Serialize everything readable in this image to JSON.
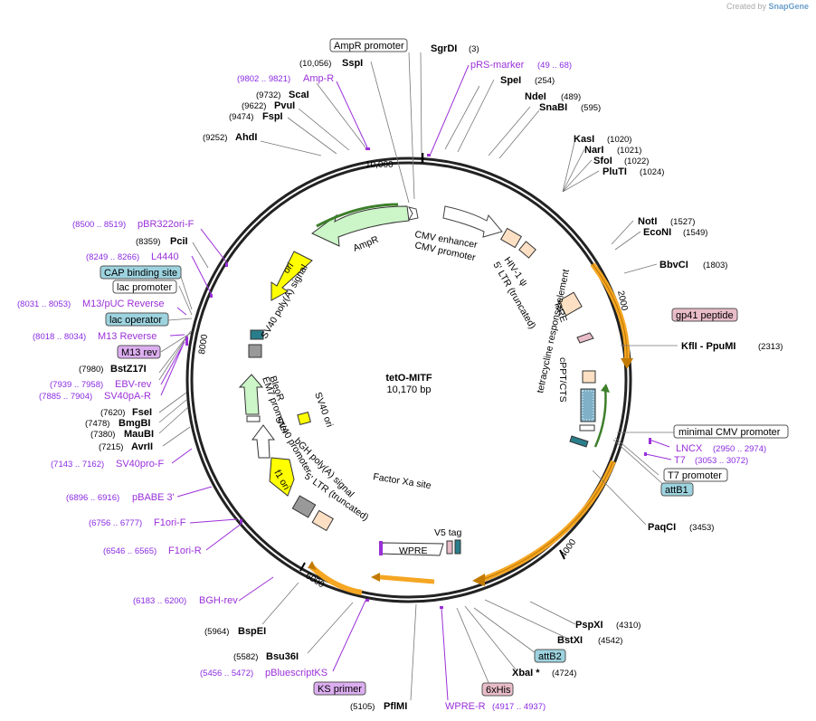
{
  "credit": {
    "prefix": "Created by",
    "brand": "SnapGene"
  },
  "plasmid": {
    "name": "tetO-MITF",
    "length": "10,170 bp"
  },
  "ticks": [
    "10,000",
    "2000",
    "4000",
    "6000",
    "8000"
  ],
  "sites": [
    {
      "pre": "",
      "name": "AmpR promoter",
      "post": "",
      "box": "white"
    },
    {
      "pre": "",
      "name": "SgrDI",
      "post": "(3)"
    },
    {
      "pre": "(10,056)",
      "name": "SspI",
      "post": ""
    },
    {
      "pre": "",
      "name": "pRS-marker",
      "post": "(49 .. 68)",
      "purple": true
    },
    {
      "pre": "(9802 .. 9821)",
      "name": "Amp-R",
      "post": "",
      "purple": true
    },
    {
      "pre": "",
      "name": "SpeI",
      "post": "(254)"
    },
    {
      "pre": "(9732)",
      "name": "ScaI",
      "post": ""
    },
    {
      "pre": "",
      "name": "NdeI",
      "post": "(489)"
    },
    {
      "pre": "(9622)",
      "name": "PvuI",
      "post": ""
    },
    {
      "pre": "",
      "name": "SnaBI",
      "post": "(595)"
    },
    {
      "pre": "(9474)",
      "name": "FspI",
      "post": ""
    },
    {
      "pre": "(9252)",
      "name": "AhdI",
      "post": ""
    },
    {
      "pre": "",
      "name": "KasI",
      "post": "(1020)"
    },
    {
      "pre": "",
      "name": "NarI",
      "post": "(1021)"
    },
    {
      "pre": "",
      "name": "SfoI",
      "post": "(1022)"
    },
    {
      "pre": "",
      "name": "PluTI",
      "post": "(1024)"
    },
    {
      "pre": "(8500 .. 8519)",
      "name": "pBR322ori-F",
      "post": "",
      "purple": true
    },
    {
      "pre": "",
      "name": "NotI",
      "post": "(1527)"
    },
    {
      "pre": "(8359)",
      "name": "PciI",
      "post": ""
    },
    {
      "pre": "",
      "name": "EcoNI",
      "post": "(1549)"
    },
    {
      "pre": "(8249 .. 8266)",
      "name": "L4440",
      "post": "",
      "purple": true
    },
    {
      "pre": "",
      "name": "BbvCI",
      "post": "(1803)"
    },
    {
      "pre": "",
      "name": "CAP binding site",
      "post": "",
      "box": "blue"
    },
    {
      "pre": "",
      "name": "lac promoter",
      "post": "",
      "box": "white"
    },
    {
      "pre": "(8031 .. 8053)",
      "name": "M13/pUC Reverse",
      "post": "",
      "purple": true
    },
    {
      "pre": "",
      "name": "gp41 peptide",
      "post": "",
      "box": "pink"
    },
    {
      "pre": "",
      "name": "lac operator",
      "post": "",
      "box": "blue"
    },
    {
      "pre": "(8018 .. 8034)",
      "name": "M13 Reverse",
      "post": "",
      "purple": true
    },
    {
      "pre": "",
      "name": "KflI - PpuMI",
      "post": "(2313)"
    },
    {
      "pre": "",
      "name": "M13 rev",
      "post": "",
      "box": "purple"
    },
    {
      "pre": "(7980)",
      "name": "BstZ17I",
      "post": ""
    },
    {
      "pre": "(7939 .. 7958)",
      "name": "EBV-rev",
      "post": "",
      "purple": true
    },
    {
      "pre": "(7885 .. 7904)",
      "name": "SV40pA-R",
      "post": "",
      "purple": true
    },
    {
      "pre": "(7620)",
      "name": "FseI",
      "post": ""
    },
    {
      "pre": "(7478)",
      "name": "BmgBI",
      "post": ""
    },
    {
      "pre": "",
      "name": "minimal CMV promoter",
      "post": "",
      "box": "white"
    },
    {
      "pre": "(7380)",
      "name": "MauBI",
      "post": ""
    },
    {
      "pre": "",
      "name": "LNCX",
      "post": "(2950 .. 2974)",
      "purple": true
    },
    {
      "pre": "(7215)",
      "name": "AvrII",
      "post": ""
    },
    {
      "pre": "",
      "name": "T7",
      "post": "(3053 .. 3072)",
      "purple": true
    },
    {
      "pre": "(7143 .. 7162)",
      "name": "SV40pro-F",
      "post": "",
      "purple": true
    },
    {
      "pre": "",
      "name": "T7 promoter",
      "post": "",
      "box": "white"
    },
    {
      "pre": "",
      "name": "attB1",
      "post": "",
      "box": "blue"
    },
    {
      "pre": "(6896 .. 6916)",
      "name": "pBABE 3'",
      "post": "",
      "purple": true
    },
    {
      "pre": "(6756 .. 6777)",
      "name": "F1ori-F",
      "post": "",
      "purple": true
    },
    {
      "pre": "",
      "name": "PaqCI",
      "post": "(3453)"
    },
    {
      "pre": "(6546 .. 6565)",
      "name": "F1ori-R",
      "post": "",
      "purple": true
    },
    {
      "pre": "(6183 .. 6200)",
      "name": "BGH-rev",
      "post": "",
      "purple": true
    },
    {
      "pre": "",
      "name": "PspXI",
      "post": "(4310)"
    },
    {
      "pre": "(5964)",
      "name": "BspEI",
      "post": ""
    },
    {
      "pre": "",
      "name": "BstXI",
      "post": "(4542)"
    },
    {
      "pre": "(5582)",
      "name": "Bsu36I",
      "post": ""
    },
    {
      "pre": "",
      "name": "attB2",
      "post": "",
      "box": "blue"
    },
    {
      "pre": "(5456 .. 5472)",
      "name": "pBluescriptKS",
      "post": "",
      "purple": true
    },
    {
      "pre": "",
      "name": "XbaI *",
      "post": "(4724)"
    },
    {
      "pre": "",
      "name": "KS primer",
      "post": "",
      "box": "purple"
    },
    {
      "pre": "",
      "name": "6xHis",
      "post": "",
      "box": "pink"
    },
    {
      "pre": "(5105)",
      "name": "PflMI",
      "post": ""
    },
    {
      "pre": "",
      "name": "WPRE-R",
      "post": "(4917 .. 4937)",
      "purple": true
    }
  ],
  "features": {
    "ampr_promoter": "",
    "ampr": "AmpR",
    "cmv_enhancer": "CMV enhancer",
    "cmv_promoter": "CMV promoter",
    "hiv1_psi": "HIV-1 ψ",
    "ltr5": "5' LTR (truncated)",
    "rre": "RRE",
    "cppt": "cPPT/CTS",
    "tre": "tetracycline response element",
    "ori": "ori",
    "sv40_polya": "SV40 poly(A) signal",
    "em7": "EM7 promoter",
    "bleor": "BleoR",
    "sv40_ori": "SV40 ori",
    "sv40_promoter": "SV40 promoter",
    "f1_ori": "f1 ori",
    "bgh": "bGH poly(A) signal",
    "ltr5b": "5' LTR (truncated)",
    "factor_xa": "Factor Xa site",
    "v5": "V5 tag",
    "wpre": "WPRE"
  },
  "colors": {
    "promoter_fill": "#ffffff",
    "marker_fill": "#ccf5c8",
    "ori_fill": "#ffff00",
    "misc_fill": "#fde0c4",
    "orange_arrow": "#f5a623",
    "blue_box": "#9dd3df",
    "pink_box": "#e8bcc8",
    "purple_box": "#dcaef0",
    "primer_purple": "#9b30d9"
  }
}
